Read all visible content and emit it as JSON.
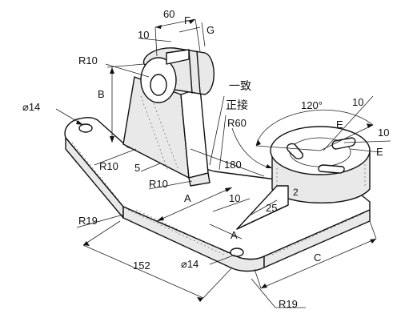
{
  "labels": {
    "dim_60": "60",
    "dim_F": "F",
    "dim_G": "G",
    "dim_10_top": "10",
    "dim_R10_top": "R10",
    "dim_B": "B",
    "phi14_left": "⌀14",
    "cjk_yizhi": "一致",
    "cjk_zhengjie": "正接",
    "dim_R60": "R60",
    "dim_120": "120°",
    "dim_10_right1": "10",
    "dim_E1": "E",
    "dim_10_right2": "10",
    "dim_E2": "E",
    "dim_R10_mid": "R10",
    "dim_5": "5",
    "dim_180": "180",
    "dim_R10_low": "R10",
    "dim_A_mid": "A",
    "dim_10_mid": "10",
    "dim_25": "25",
    "dim_2": "2",
    "dim_R19_left": "R19",
    "dim_A_low": "A",
    "dim_152": "152",
    "phi14_bottom": "⌀14",
    "dim_C": "C",
    "dim_R19_bottom": "R19"
  }
}
